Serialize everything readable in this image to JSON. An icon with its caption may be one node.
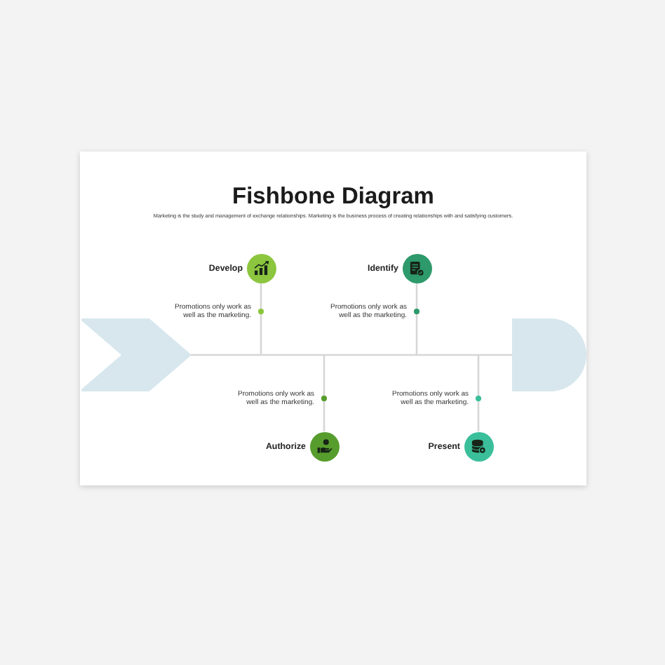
{
  "diagram": {
    "title": "Fishbone Diagram",
    "nodes": [
      {
        "text": [],
        "shape": "circle",
        "beside": [
          "Develop"
        ]
      },
      {
        "text": [],
        "shape": "circle",
        "beside": [
          "Identify"
        ]
      },
      {
        "text": [],
        "shape": "chevron"
      },
      {
        "text": [],
        "shape": "semicircle"
      },
      {
        "text": [],
        "shape": "circle",
        "beside": [
          "Authorize"
        ]
      },
      {
        "text": [],
        "shape": "circle",
        "beside": [
          "Present"
        ]
      }
    ],
    "edges": [
      {
        "from": 2,
        "to": 3,
        "arrow": "none"
      },
      {
        "from": 0,
        "to": null,
        "arrow": "none",
        "label": "Promotions only work as well as the marketing."
      },
      {
        "from": 1,
        "to": null,
        "arrow": "none",
        "label": "Promotions only work as well as the marketing."
      },
      {
        "from": 4,
        "to": null,
        "arrow": "none",
        "label": "Promotions only work as well as the marketing."
      },
      {
        "from": 5,
        "to": null,
        "arrow": "none",
        "label": "Promotions only work as well as the marketing."
      }
    ],
    "labels": [
      "Marketing is the study and management of exchange relationships. Marketing is the business process of creating relationships with and satisfying customers."
    ]
  }
}
